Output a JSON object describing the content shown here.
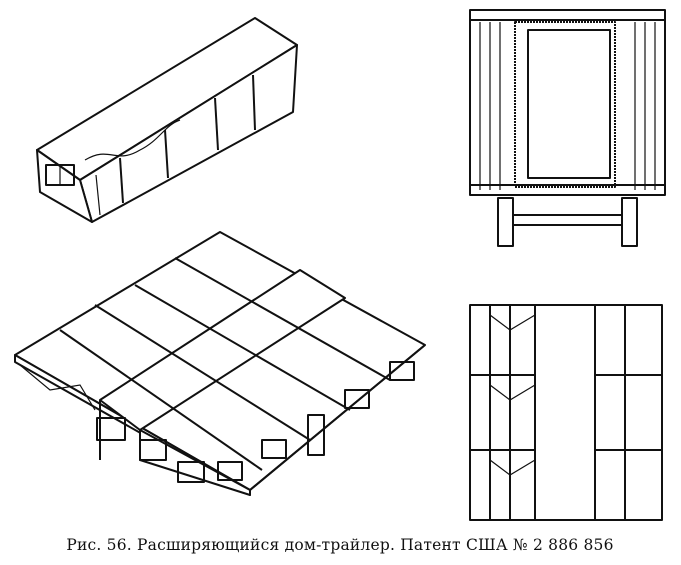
{
  "figure": {
    "caption": "Рис. 56. Расширяющийся дом-трайлер. Патент США № 2 886 856",
    "panels": [
      "trailer-collapsed",
      "trailer-cross-section",
      "trailer-expanded",
      "trailer-floor-plan"
    ]
  }
}
